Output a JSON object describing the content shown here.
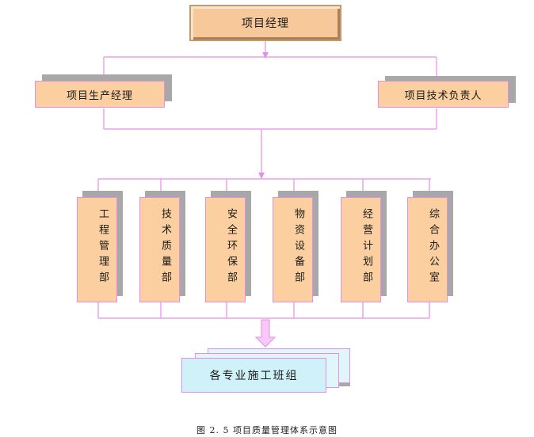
{
  "diagram": {
    "top": "项目经理",
    "managers": [
      "项目生产经理",
      "项目技术负责人"
    ],
    "departments": [
      "工程管理部",
      "技术质量部",
      "安全环保部",
      "物资设备部",
      "经营计划部",
      "综合办公室"
    ],
    "bottom": "各专业施工班组",
    "caption": "图 2. 5  项目质量管理体系示意图"
  },
  "colors": {
    "box_fill": "#fbcf9f",
    "box_border": "#e68de8",
    "connector": "#e68de8",
    "team_fill": "#cff1f8",
    "shadow": "#a8a8a8"
  }
}
